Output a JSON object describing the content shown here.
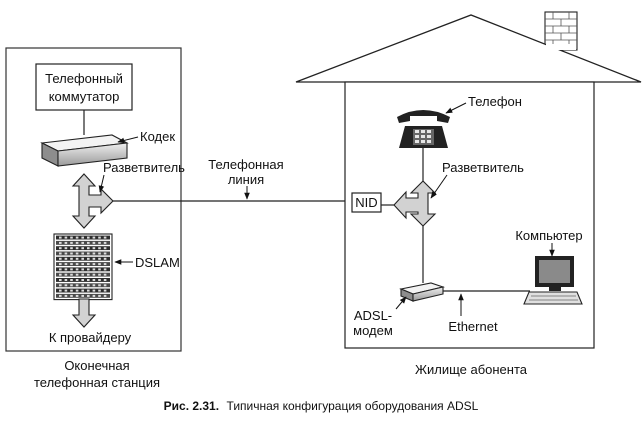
{
  "exchange": {
    "switch_line1": "Телефонный",
    "switch_line2": "коммутатор",
    "codec": "Кодек",
    "splitter": "Разветвитель",
    "dslam": "DSLAM",
    "to_provider": "К провайдеру",
    "title_line1": "Оконечная",
    "title_line2": "телефонная станция"
  },
  "line": {
    "label_line1": "Телефонная",
    "label_line2": "линия"
  },
  "home": {
    "phone": "Телефон",
    "splitter": "Разветвитель",
    "nid": "NID",
    "computer": "Компьютер",
    "modem_line1": "ADSL-",
    "modem_line2": "модем",
    "ethernet": "Ethernet",
    "title": "Жилище абонента"
  },
  "caption": {
    "number": "Рис. 2.31.",
    "text": "Типичная конфигурация оборудования ADSL"
  }
}
